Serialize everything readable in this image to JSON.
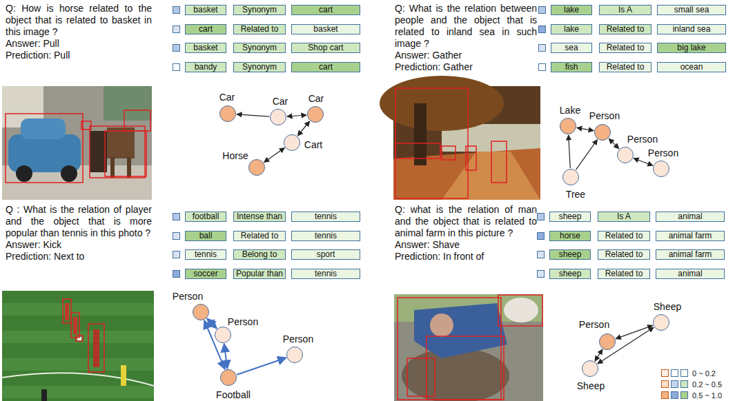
{
  "diagram": {
    "nodes": [
      {
        "text": [
          "basket"
        ]
      },
      {
        "text": [
          "Synonym"
        ]
      },
      {
        "text": [
          "cart"
        ]
      },
      {
        "text": [
          "cart"
        ]
      },
      {
        "text": [
          "Related to"
        ]
      },
      {
        "text": [
          "basket"
        ]
      },
      {
        "text": [
          "basket"
        ]
      },
      {
        "text": [
          "Synonym"
        ]
      },
      {
        "text": [
          "Shop cart"
        ]
      },
      {
        "text": [
          "bandy"
        ]
      },
      {
        "text": [
          "Synonym"
        ]
      },
      {
        "text": [
          "cart"
        ]
      },
      {
        "text": [
          "Car"
        ]
      },
      {
        "text": [
          "Car"
        ]
      },
      {
        "text": [
          "Car"
        ]
      },
      {
        "text": [
          "Cart"
        ]
      },
      {
        "text": [
          "Horse"
        ]
      },
      {
        "text": [
          "lake"
        ]
      },
      {
        "text": [
          "Is A"
        ]
      },
      {
        "text": [
          "small sea"
        ]
      },
      {
        "text": [
          "lake"
        ]
      },
      {
        "text": [
          "Related to"
        ]
      },
      {
        "text": [
          "inland sea"
        ]
      },
      {
        "text": [
          "sea"
        ]
      },
      {
        "text": [
          "Related to"
        ]
      },
      {
        "text": [
          "big lake"
        ]
      },
      {
        "text": [
          "fish"
        ]
      },
      {
        "text": [
          "Related to"
        ]
      },
      {
        "text": [
          "ocean"
        ]
      },
      {
        "text": [
          "Lake"
        ]
      },
      {
        "text": [
          "Person"
        ]
      },
      {
        "text": [
          "Person"
        ]
      },
      {
        "text": [
          "Person"
        ]
      },
      {
        "text": [
          "Tree"
        ]
      },
      {
        "text": [
          "football"
        ]
      },
      {
        "text": [
          "Intense than"
        ]
      },
      {
        "text": [
          "tennis"
        ]
      },
      {
        "text": [
          "ball"
        ]
      },
      {
        "text": [
          "Related to"
        ]
      },
      {
        "text": [
          "tennis"
        ]
      },
      {
        "text": [
          "tennis"
        ]
      },
      {
        "text": [
          "Belong to"
        ]
      },
      {
        "text": [
          "sport"
        ]
      },
      {
        "text": [
          "soccer"
        ]
      },
      {
        "text": [
          "Popular than"
        ]
      },
      {
        "text": [
          "tennis"
        ]
      },
      {
        "text": [
          "Person"
        ]
      },
      {
        "text": [
          "Person"
        ]
      },
      {
        "text": [
          "Person"
        ]
      },
      {
        "text": [
          "Football"
        ]
      },
      {
        "text": [
          "sheep"
        ]
      },
      {
        "text": [
          "Is A"
        ]
      },
      {
        "text": [
          "animal"
        ]
      },
      {
        "text": [
          "horse"
        ]
      },
      {
        "text": [
          "Related to"
        ]
      },
      {
        "text": [
          "animal farm"
        ]
      },
      {
        "text": [
          "sheep"
        ]
      },
      {
        "text": [
          "Related to"
        ]
      },
      {
        "text": [
          "animal farm"
        ]
      },
      {
        "text": [
          "sheep"
        ]
      },
      {
        "text": [
          "Related to"
        ]
      },
      {
        "text": [
          "animal"
        ]
      },
      {
        "text": [
          "Person"
        ]
      },
      {
        "text": [
          "Sheep"
        ]
      },
      {
        "text": [
          "Sheep"
        ]
      }
    ],
    "edges": [
      {
        "from": 13,
        "to": 12,
        "arrow": "to"
      },
      {
        "from": 13,
        "to": 14,
        "arrow": "both"
      },
      {
        "from": 14,
        "to": 15,
        "arrow": "both"
      },
      {
        "from": 15,
        "to": 16,
        "arrow": "both"
      },
      {
        "from": 29,
        "to": 30,
        "arrow": "both"
      },
      {
        "from": 30,
        "to": 31,
        "arrow": "both"
      },
      {
        "from": 31,
        "to": 32,
        "arrow": "both"
      },
      {
        "from": 33,
        "to": 29,
        "arrow": "to"
      },
      {
        "from": 33,
        "to": 30,
        "arrow": "to"
      },
      {
        "from": 46,
        "to": 47,
        "arrow": "both"
      },
      {
        "from": 46,
        "to": 49,
        "arrow": "both"
      },
      {
        "from": 47,
        "to": 49,
        "arrow": "both"
      },
      {
        "from": 49,
        "to": 48,
        "arrow": "to"
      },
      {
        "from": 62,
        "to": 63,
        "arrow": "both"
      },
      {
        "from": 62,
        "to": 64,
        "arrow": "both"
      },
      {
        "from": 64,
        "to": 63,
        "arrow": "both"
      }
    ],
    "labels": [
      "Q: How is horse related to the object that is related to basket in this image ?",
      "Answer: Pull",
      "Prediction: Pull",
      "Q: What is the relation between people and the object that is related to inland sea in such image ?",
      "Answer: Gather",
      "Prediction: Gather",
      "Q : What is the relation of player and the object that is more popular than tennis in this photo ?",
      "Answer: Kick",
      "Prediction: Next to",
      "Q: what is the relation of man and the object that is related to animal farm in this picture ?",
      "Answer: Shave",
      "Prediction: In front of"
    ],
    "legend": [
      {
        "text": "0 ~ 0.2",
        "color": "#fdf0e6"
      },
      {
        "text": "0.2 ~ 0.5",
        "color": "#fbe0cc"
      },
      {
        "text": "0.5 ~ 1.0",
        "color": "#f4b183"
      }
    ]
  }
}
